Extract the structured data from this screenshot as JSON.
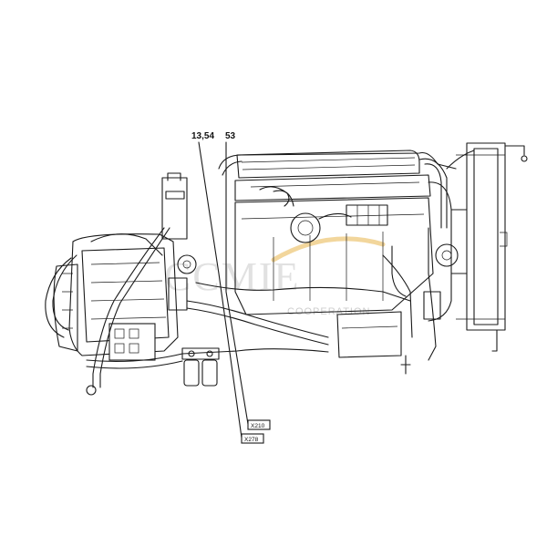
{
  "callouts": {
    "ref_a": "13,54",
    "ref_b": "53"
  },
  "connector_tags": {
    "tag_1": "X210",
    "tag_2": "X278"
  },
  "watermark": {
    "brand": "CCMIE",
    "tagline": "COOPERATION",
    "accent_color": "#e8b44a"
  }
}
